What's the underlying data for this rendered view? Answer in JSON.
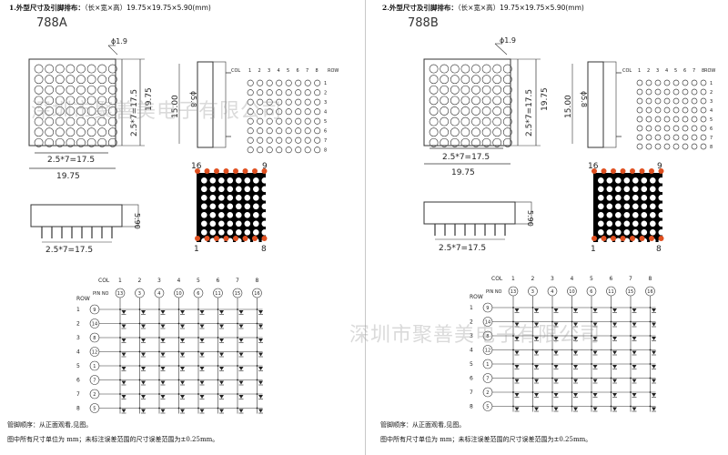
{
  "page_a": {
    "header_bold": "1.外型尺寸及引脚排布：",
    "header_rest": "（长×宽×高）19.75×19.75×5.90(mm)",
    "model": "788A",
    "dim_pitch": "2.5*7=17.5",
    "dim_width": "19.75",
    "dim_height": "19.75",
    "dim_inner": "15.00",
    "dim_dot": "ϕ1.9",
    "dim_side": "ϕ5.8",
    "dim_depth": "5.90",
    "pin_left": "16",
    "pin_right": "9",
    "pin_bl": "1",
    "pin_br": "8",
    "foot1": "管脚顺序：从正面观看,见图。",
    "foot2": "图中所有尺寸单位为 mm；未标注误差范围的尺寸误差范围为±0.25mm。"
  },
  "page_b": {
    "header_bold": "2.外型尺寸及引脚排布：",
    "header_rest": "（长×宽×高）19.75×19.75×5.90(mm)",
    "model": "788B",
    "dim_pitch": "2.5*7=17.5",
    "dim_width": "19.75",
    "dim_height": "19.75",
    "dim_inner": "15.00",
    "dim_dot": "ϕ1.9",
    "dim_side": "ϕ5.8",
    "dim_depth": "5.90",
    "pin_left": "16",
    "pin_right": "9",
    "pin_bl": "1",
    "pin_br": "8",
    "foot1": "管脚顺序：从正面观看,见图。",
    "foot2": "图中所有尺寸单位为 mm；未标注误差范围的尺寸误差范围为±0.25mm。"
  },
  "schematic": {
    "col_label": "COL",
    "row_label": "ROW",
    "pin_label": "PIN NO",
    "cols": [
      "1",
      "2",
      "3",
      "4",
      "5",
      "6",
      "7",
      "8"
    ],
    "col_pins": [
      "13",
      "3",
      "4",
      "10",
      "6",
      "11",
      "15",
      "16"
    ],
    "rows": [
      "1",
      "2",
      "3",
      "4",
      "5",
      "6",
      "7",
      "8"
    ],
    "row_pins": [
      "9",
      "14",
      "8",
      "12",
      "1",
      "7",
      "2",
      "5"
    ]
  },
  "side_labels": {
    "col": "COL",
    "row": "ROW"
  },
  "watermark": "深圳市聚善美电子有限公司",
  "colors": {
    "pin": "#e05020",
    "line": "#333333",
    "dot_filled": "#000000"
  }
}
